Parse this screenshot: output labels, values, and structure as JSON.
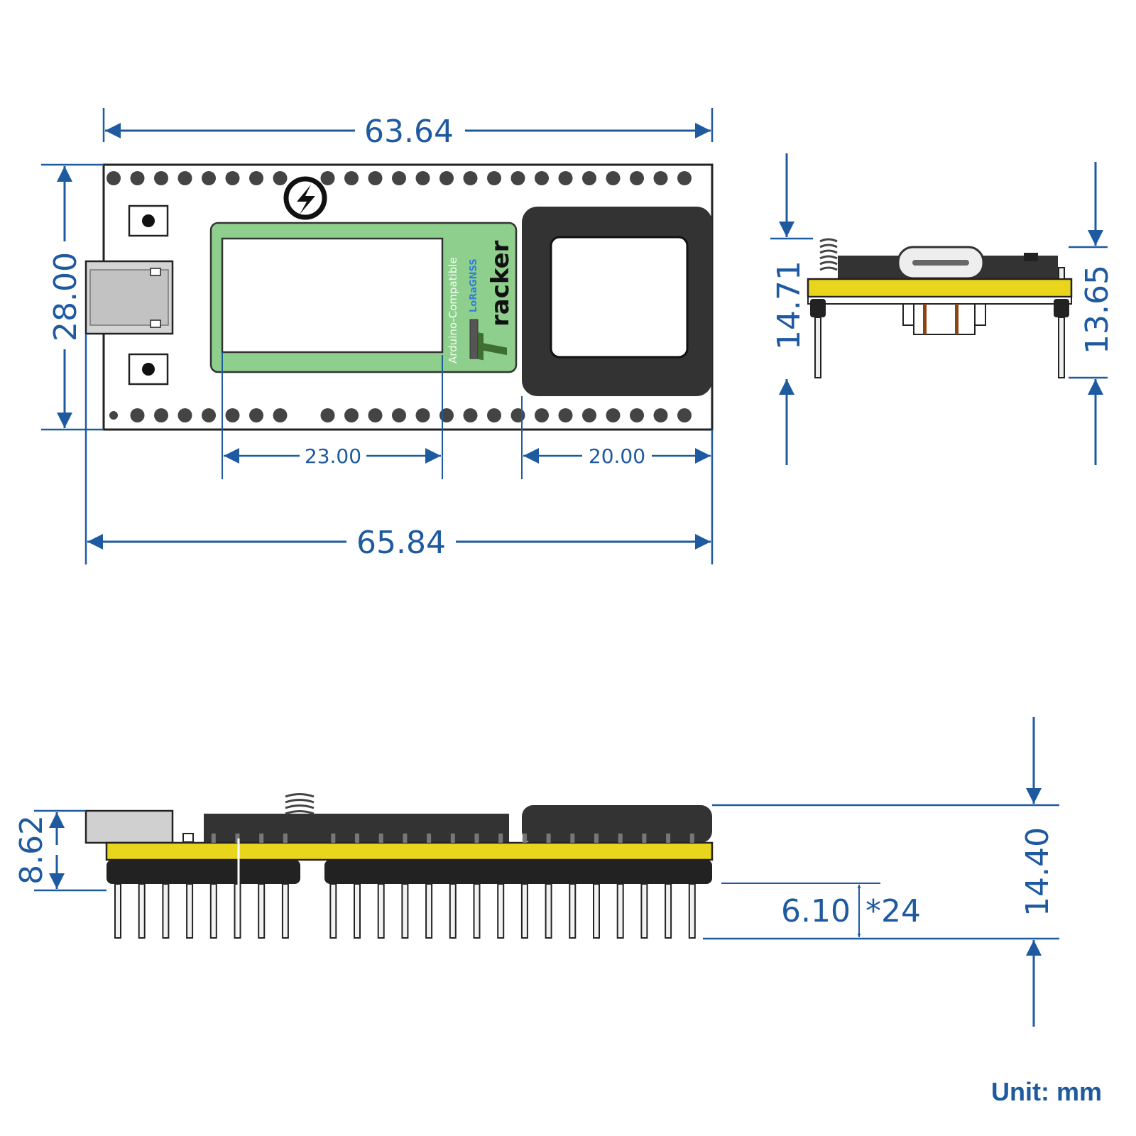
{
  "colors": {
    "dimension": "#1e5aa0",
    "outline": "#222222",
    "pcb_yellow": "#e9d51c",
    "lcd_green": "#8fcf8d",
    "gnss_black": "#333333",
    "usb_grey": "#c8c8c8"
  },
  "top_view": {
    "board_width": "63.64",
    "board_height": "28.00",
    "display_width": "23.00",
    "gnss_width": "20.00",
    "total_width": "65.84",
    "silkscreen_line1": "Arduino-Compatible",
    "silkscreen_line2": "LoRaGNSS",
    "brand_initial": "T",
    "brand_rest": "racker"
  },
  "end_view": {
    "height_left": "14.71",
    "height_right": "13.65"
  },
  "side_view": {
    "board_height": "8.62",
    "total_height": "14.40",
    "pin_length": "6.10",
    "pin_count": "*24"
  },
  "unit_label": "Unit: mm"
}
